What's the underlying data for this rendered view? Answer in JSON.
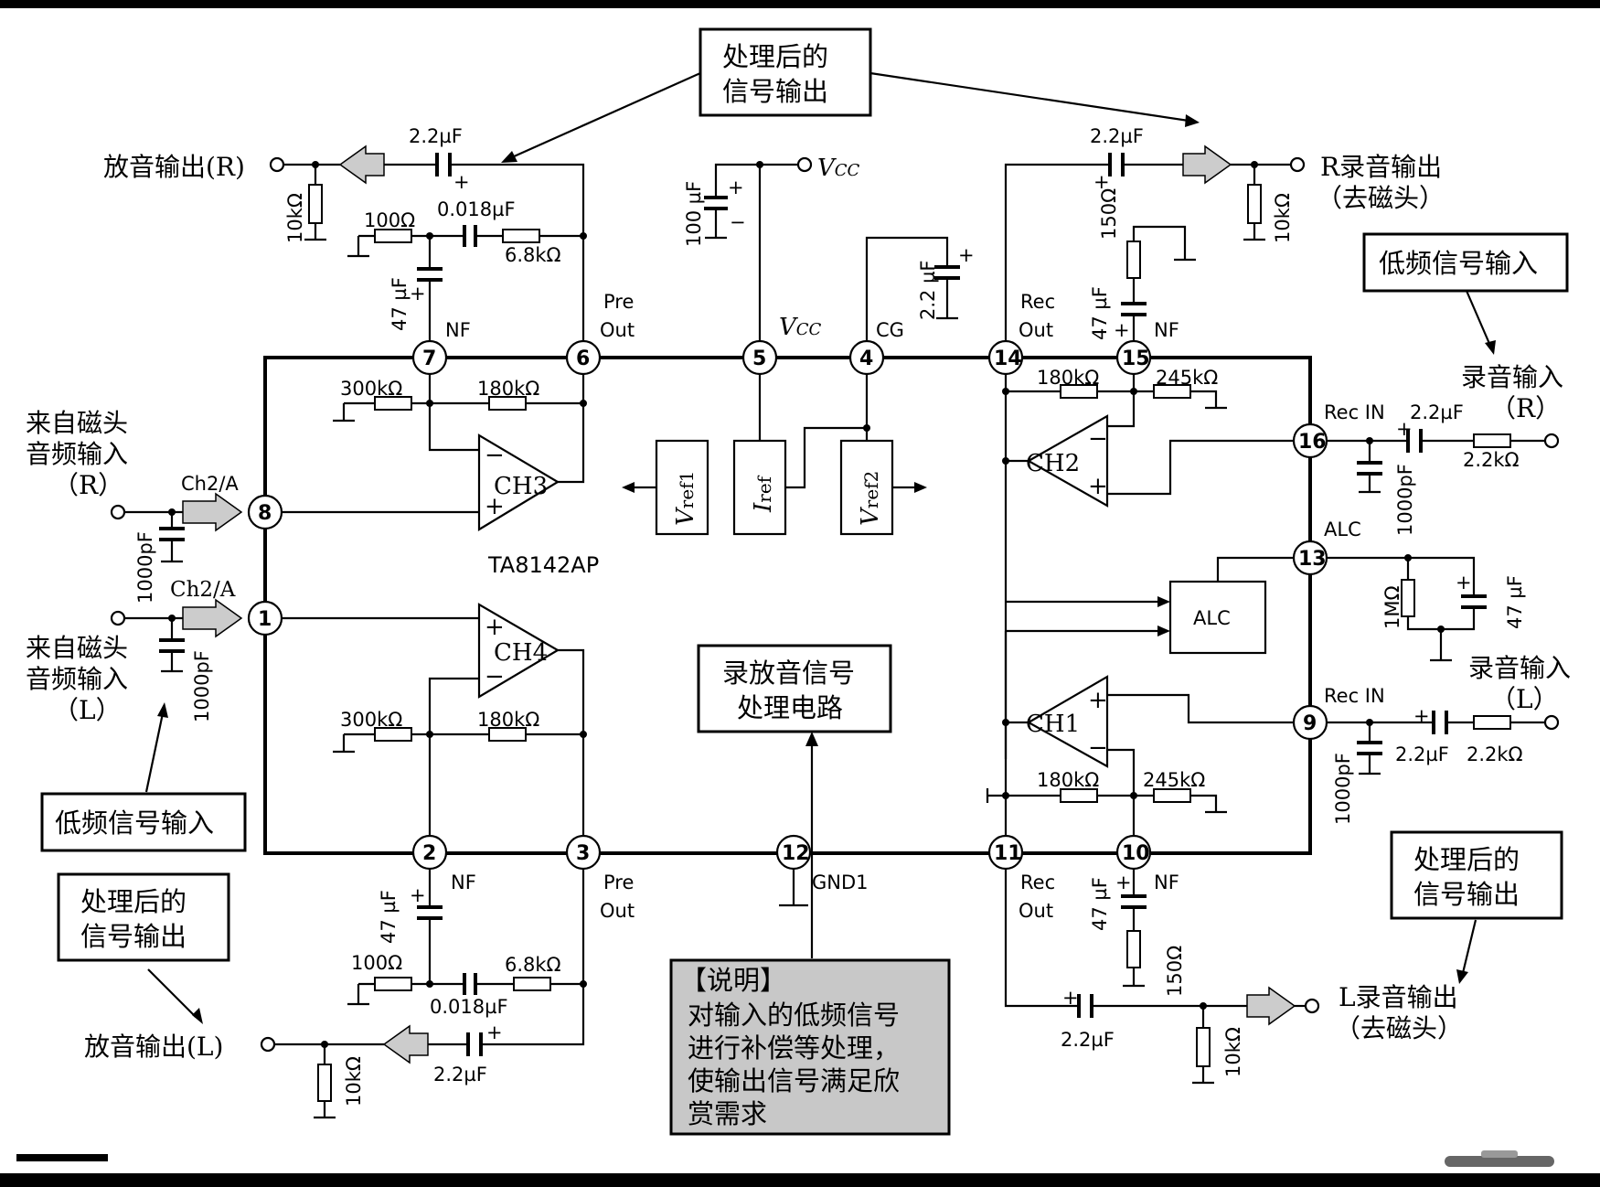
{
  "chip": {
    "name": "TA8142AP"
  },
  "pins": [
    {
      "n": "7",
      "label": "NF"
    },
    {
      "n": "6",
      "label": "Pre Out"
    },
    {
      "n": "5",
      "label": "VCC"
    },
    {
      "n": "4",
      "label": "CG"
    },
    {
      "n": "14",
      "label": "Rec Out"
    },
    {
      "n": "15",
      "label": "NF"
    },
    {
      "n": "16",
      "label": "Rec IN"
    },
    {
      "n": "13",
      "label": "ALC"
    },
    {
      "n": "9",
      "label": "Rec IN"
    },
    {
      "n": "10",
      "label": "NF"
    },
    {
      "n": "11",
      "label": "Rec Out"
    },
    {
      "n": "12",
      "label": "GND1"
    },
    {
      "n": "3",
      "label": "Pre Out"
    },
    {
      "n": "2",
      "label": "NF"
    },
    {
      "n": "1",
      "label": ""
    },
    {
      "n": "8",
      "label": ""
    }
  ],
  "pin_labels": {
    "pre": "Pre",
    "out": "Out",
    "rec": "Rec",
    "nf": "NF",
    "cg": "CG",
    "vcc": "V",
    "vcc_sub": "CC",
    "rec_in": "Rec IN",
    "alc": "ALC",
    "gnd1": "GND1"
  },
  "amps": {
    "ch1": "CH1",
    "ch2": "CH2",
    "ch3": "CH3",
    "ch4": "CH4",
    "alc": "ALC"
  },
  "refs": {
    "vref1": "V",
    "vref1_sub": "ref1",
    "iref": "I",
    "iref_sub": "ref",
    "vref2": "V",
    "vref2_sub": "ref2"
  },
  "inputs": {
    "ch2a_top": "Ch2/A",
    "ch2a_bot": "Ch2/A"
  },
  "components": {
    "c22": "2.2µF",
    "c0018": "0.018µF",
    "r100": "100Ω",
    "r68k": "6.8kΩ",
    "c47": "47 µF",
    "r10k": "10kΩ",
    "c100": "100 µF",
    "c22v": "2.2 µF",
    "r300k": "300kΩ",
    "r180k": "180kΩ",
    "r150": "150Ω",
    "r245k": "245kΩ",
    "c1000": "1000pF",
    "r22k": "2.2kΩ",
    "r1m": "1MΩ",
    "c47v": "47 µF",
    "c22b": "2.2µF"
  },
  "labels": {
    "processed_out_top_l1": "处理后的",
    "processed_out_top_l2": "信号输出",
    "play_out_r": "放音输出(R)",
    "r_rec_out_l1": "R录音输出",
    "r_rec_out_l2": "（去磁头）",
    "lowfreq_in_right": "低频信号输入",
    "rec_in_r_l1": "录音输入",
    "rec_in_r_l2": "（R）",
    "head_in_r_l1": "来自磁头",
    "head_in_r_l2": "音频输入",
    "head_in_r_l3": "（R）",
    "head_in_l_l1": "来自磁头",
    "head_in_l_l2": "音频输入",
    "head_in_l_l3": "（L）",
    "lowfreq_in_left": "低频信号输入",
    "processed_out_bl_l1": "处理后的",
    "processed_out_bl_l2": "信号输出",
    "play_out_l": "放音输出(L)",
    "center_l1": "录放音信号",
    "center_l2": "处理电路",
    "rec_in_l_l1": "录音输入",
    "rec_in_l_l2": "（L）",
    "processed_out_br_l1": "处理后的",
    "processed_out_br_l2": "信号输出",
    "l_rec_out_l1": "L录音输出",
    "l_rec_out_l2": "（去磁头）"
  },
  "note": {
    "title": "【说明】",
    "lines": [
      "对输入的低频信号",
      "进行补偿等处理，",
      "使输出信号满足欣",
      "赏需求"
    ]
  }
}
